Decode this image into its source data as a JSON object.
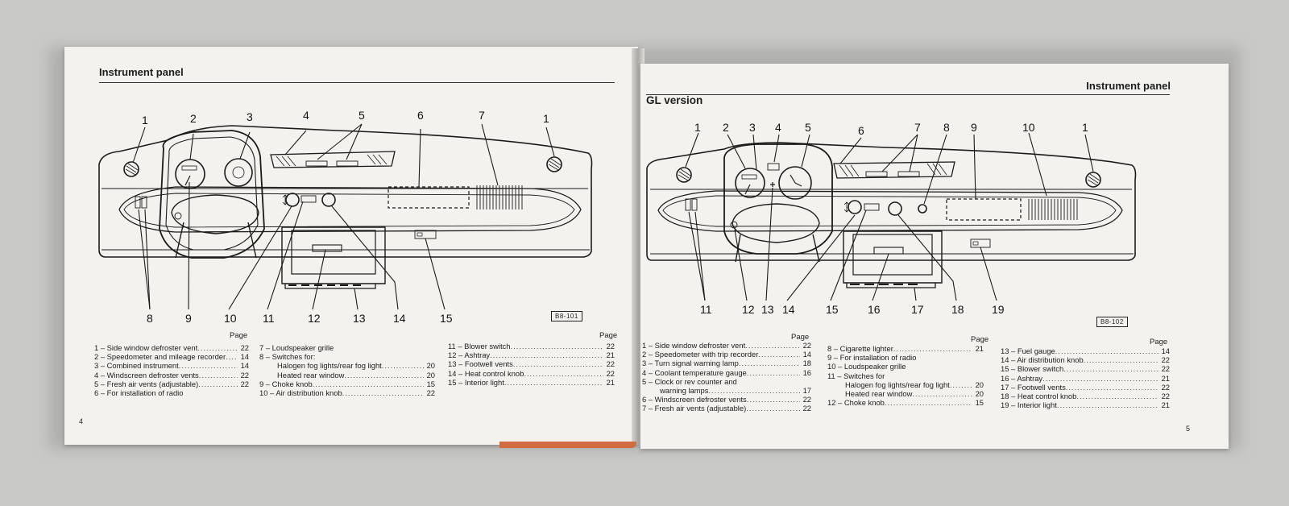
{
  "left": {
    "header": "Instrument panel",
    "page_label": "Page",
    "ref_code": "B8-101",
    "page_number": "4",
    "callouts": [
      "1",
      "2",
      "3",
      "4",
      "5",
      "6",
      "7",
      "1",
      "8",
      "9",
      "10",
      "11",
      "12",
      "13",
      "14",
      "15"
    ],
    "legend_col1": [
      {
        "text": "1 – Side window defroster vent",
        "page": "22"
      },
      {
        "text": "2 – Speedometer and mileage recorder",
        "page": "14"
      },
      {
        "text": "3 – Combined instrument",
        "page": "14"
      },
      {
        "text": "4 – Windscreen defroster vents",
        "page": "22"
      },
      {
        "text": "5 – Fresh air vents (adjustable)",
        "page": "22"
      },
      {
        "text": "6 – For installation of radio",
        "page": ""
      }
    ],
    "legend_col2": [
      {
        "text": "7 – Loudspeaker grille",
        "page": ""
      },
      {
        "text": "8 – Switches for:",
        "page": ""
      },
      {
        "text": "Halogen fog lights/rear fog light",
        "page": "20",
        "indent": true
      },
      {
        "text": "Heated rear window",
        "page": "20",
        "indent": true
      },
      {
        "text": "9 – Choke knob",
        "page": "15"
      },
      {
        "text": "10 – Air distribution knob",
        "page": "22"
      }
    ],
    "legend_col3": [
      {
        "text": "11 – Blower switch",
        "page": "22"
      },
      {
        "text": "12 – Ashtray",
        "page": "21"
      },
      {
        "text": "13 – Footwell vents",
        "page": "22"
      },
      {
        "text": "14 – Heat control knob",
        "page": "22"
      },
      {
        "text": "15 – Interior light",
        "page": "21"
      }
    ]
  },
  "right": {
    "header": "Instrument panel",
    "subtitle": "GL version",
    "page_label": "Page",
    "ref_code": "B8-102",
    "page_number": "5",
    "callouts": [
      "1",
      "2",
      "3",
      "4",
      "5",
      "6",
      "7",
      "8",
      "9",
      "10",
      "1",
      "11",
      "12",
      "13",
      "14",
      "15",
      "16",
      "17",
      "18",
      "19"
    ],
    "legend_col1": [
      {
        "text": "1 – Side window defroster vent",
        "page": "22"
      },
      {
        "text": "2 – Speedometer with trip recorder",
        "page": "14"
      },
      {
        "text": "3 – Turn signal warning lamp",
        "page": "18"
      },
      {
        "text": "4 – Coolant temperature gauge",
        "page": "16"
      },
      {
        "text": "5 – Clock or rev counter and",
        "page": ""
      },
      {
        "text": "warning lamps",
        "page": "17",
        "indent": true
      },
      {
        "text": "6 – Windscreen defroster vents",
        "page": "22"
      },
      {
        "text": "7 – Fresh air vents (adjustable)",
        "page": "22"
      }
    ],
    "legend_col2": [
      {
        "text": "8 – Cigarette lighter",
        "page": "21"
      },
      {
        "text": "9 – For installation of radio",
        "page": ""
      },
      {
        "text": "10 – Loudspeaker grille",
        "page": ""
      },
      {
        "text": "11 – Switches for",
        "page": ""
      },
      {
        "text": "Halogen fog lights/rear fog light",
        "page": "20",
        "indent": true
      },
      {
        "text": "Heated rear window",
        "page": "20",
        "indent": true
      },
      {
        "text": "12 – Choke knob",
        "page": "15"
      }
    ],
    "legend_col3": [
      {
        "text": "13 – Fuel gauge",
        "page": "14"
      },
      {
        "text": "14 – Air distribution knob",
        "page": "22"
      },
      {
        "text": "15 – Blower switch",
        "page": "22"
      },
      {
        "text": "16 – Ashtray",
        "page": "21"
      },
      {
        "text": "17 – Footwell vents",
        "page": "22"
      },
      {
        "text": "18 – Heat control knob",
        "page": "22"
      },
      {
        "text": "19 – Interior light",
        "page": "21"
      }
    ]
  }
}
